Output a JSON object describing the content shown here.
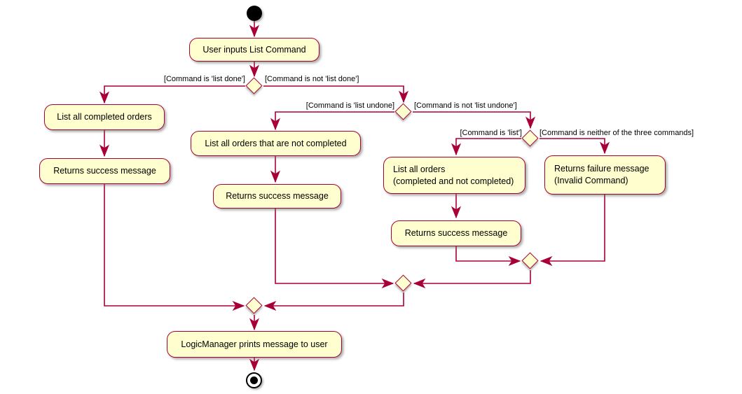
{
  "colors": {
    "node_fill": "#FEFECE",
    "node_border": "#A80036",
    "arrow": "#A80036",
    "text": "#000000",
    "background": "#FFFFFF",
    "start_end_node": "#000000"
  },
  "activities": {
    "user_inputs": {
      "label": "User inputs List Command"
    },
    "list_completed": {
      "label": "List all completed orders"
    },
    "success_left": {
      "label": "Returns success message"
    },
    "list_not_completed": {
      "label": "List all orders that are not completed"
    },
    "success_middle": {
      "label": "Returns success message"
    },
    "list_all": {
      "line1": "List all orders",
      "line2": "(completed and not completed)"
    },
    "success_right": {
      "label": "Returns success message"
    },
    "failure": {
      "line1": "Returns failure message",
      "line2": "(Invalid Command)"
    },
    "logic_manager": {
      "label": "LogicManager prints message to user"
    }
  },
  "guards": {
    "is_list_done": "[Command is 'list done']",
    "not_list_done": "[Command is not 'list done']",
    "is_list_undone": "[Command is 'list undone]",
    "not_list_undone": "[Command is not 'list undone']",
    "is_list": "[Command is 'list']",
    "neither": "[Command is neither of the three commands]"
  }
}
